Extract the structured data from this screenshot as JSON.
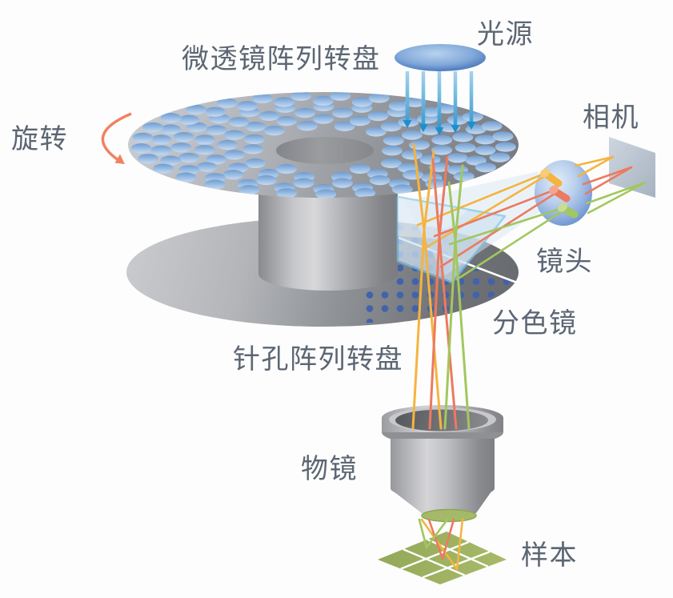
{
  "figure": {
    "description": "spinning-disk confocal microscope schematic",
    "labels": {
      "light_source": "光源",
      "microlens_disk": "微透镜阵列转盘",
      "camera": "相机",
      "rotation": "旋转",
      "lens": "镜头",
      "dichroic_mirror": "分色镜",
      "pinhole_disk": "针孔阵列转盘",
      "objective": "物镜",
      "sample": "样本"
    },
    "colors": {
      "label_text": "#5c6673",
      "ray_orange": "#f5b43f",
      "ray_red": "#ec7a5f",
      "ray_green": "#a2c75f",
      "cap_orange": "#f7cd79",
      "cap_red": "#f4a58e",
      "cap_green": "#c8dc95",
      "excitation_blue": "#1d8fcc",
      "rotation_arrow": "#f08262",
      "microlens_blue": "#7ba8da",
      "pinhole_dot_blue": "#4162ac",
      "mirror_border_blue": "#7ec3e4",
      "sample_green": "#9cb15c"
    }
  }
}
